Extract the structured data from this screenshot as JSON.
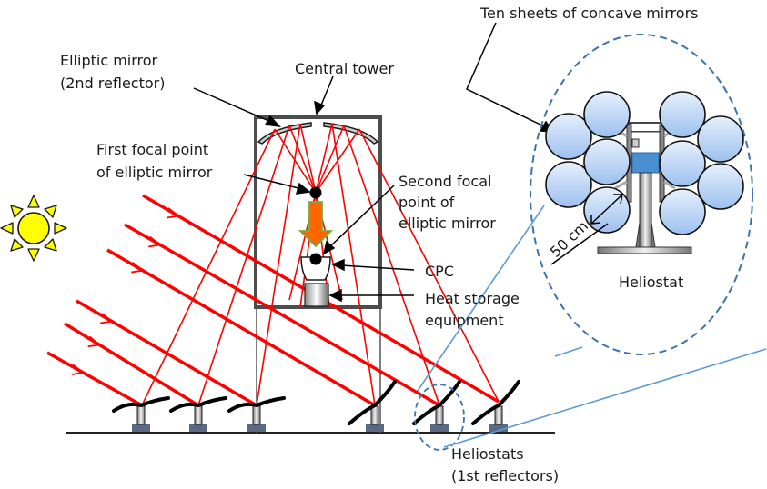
{
  "labels": {
    "elliptic_mirror_line1": "Elliptic mirror",
    "elliptic_mirror_line2": "(2nd  reflector)",
    "central_tower": "Central tower",
    "first_focal_line1": "First focal point",
    "first_focal_line2": "of elliptic mirror",
    "second_focal_line1": "Second focal",
    "second_focal_line2": "point of",
    "second_focal_line3": "elliptic mirror",
    "cpc": "CPC",
    "heat_storage_line1": "Heat storage",
    "heat_storage_line2": "equipment",
    "heliostats_line1": "Heliostats",
    "heliostats_line2": "(1st reflectors)",
    "ten_sheets": "Ten sheets of concave mirrors",
    "dimension": "50 cm",
    "heliostat": "Heliostat"
  },
  "colors": {
    "ray": "#ff0000",
    "sun_fill": "#ffff00",
    "mirror_fill": "#a9c9f2",
    "detail_outline": "#3a75b0",
    "detail_line": "#5b9bd5",
    "heliostat_base": "#5a6a85",
    "tower": "#4d4d4d",
    "down_arrow": "#ff6600",
    "down_arrow_edge": "#70ad47",
    "actuator": "#4a90d0"
  },
  "icons": {
    "sun": "sun-icon",
    "down_arrow": "down-arrow-icon"
  }
}
